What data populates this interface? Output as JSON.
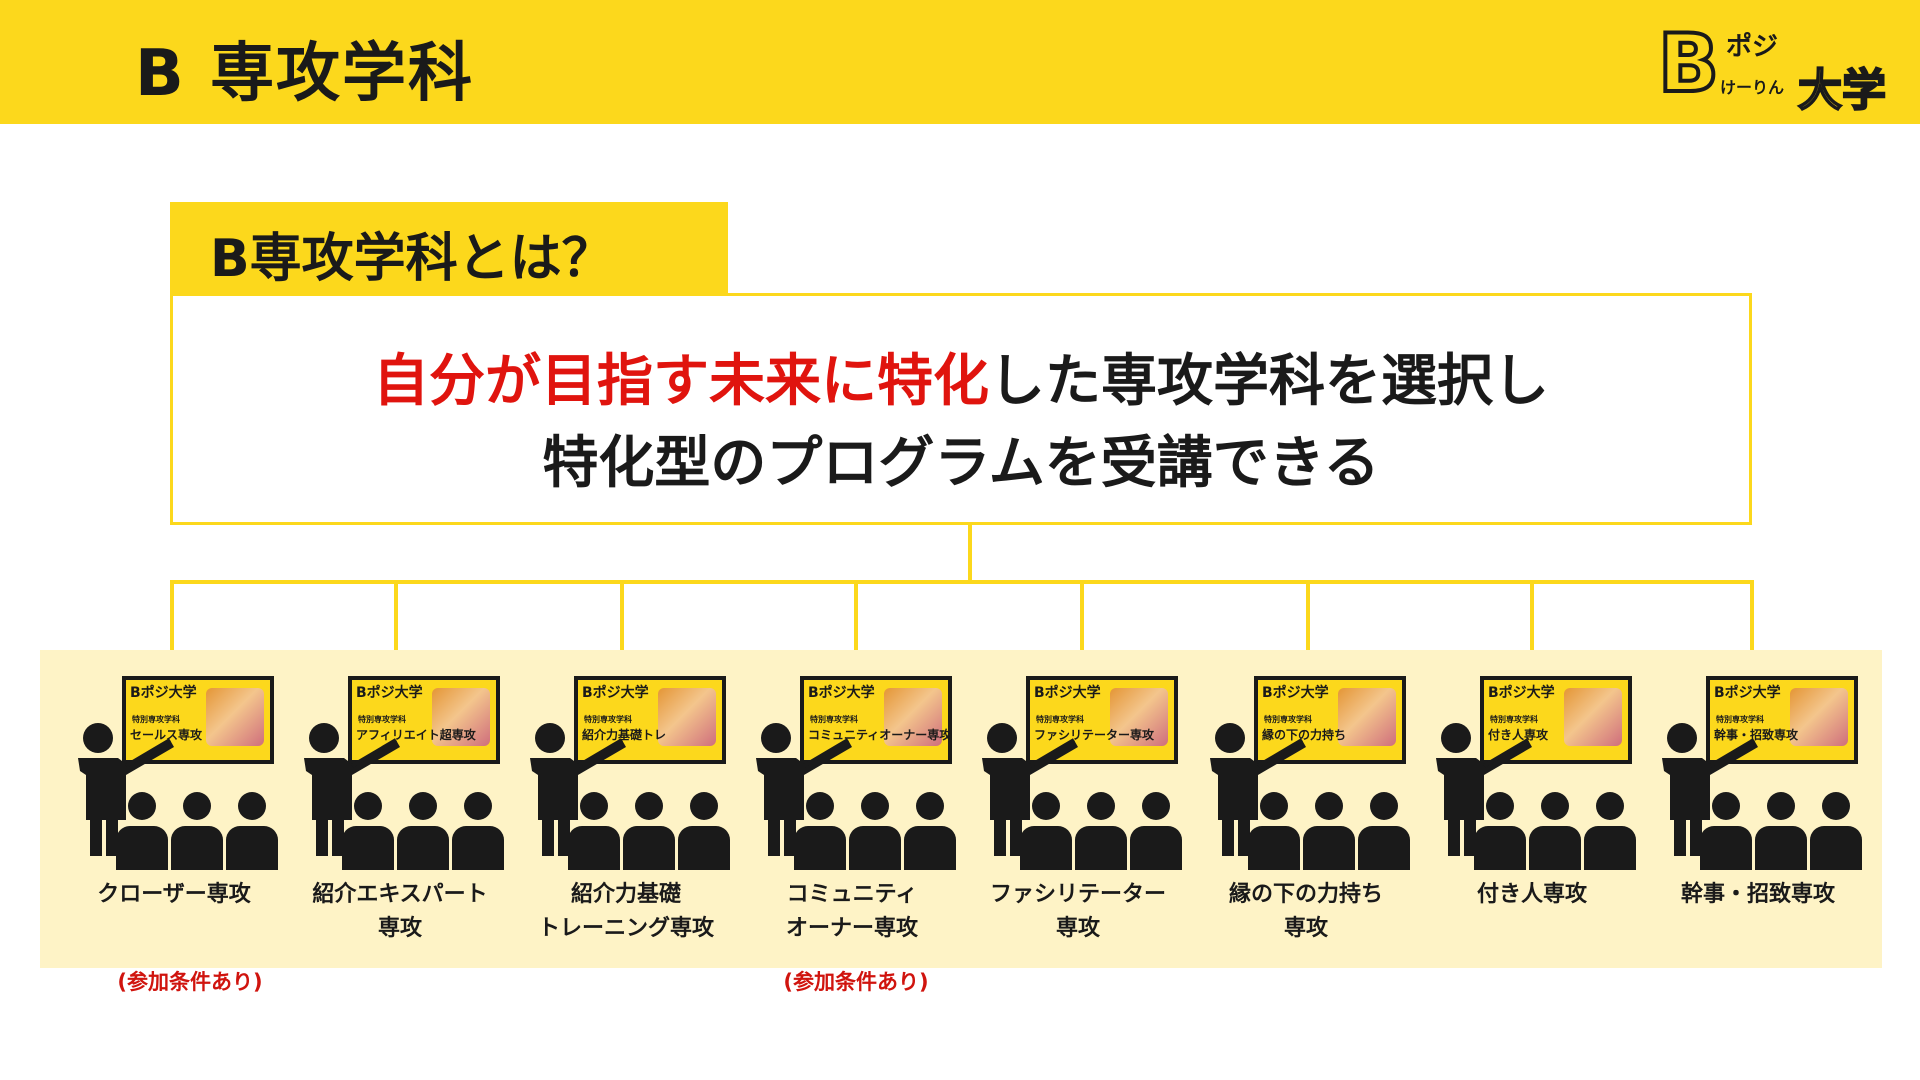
{
  "header": {
    "title": "B 専攻学科"
  },
  "logo": {
    "letter": "B",
    "small": "ポジ",
    "sub": "けーりん",
    "big": "大学"
  },
  "question": {
    "label": "B専攻学科とは？"
  },
  "main": {
    "line1_red": "自分が目指す未来に特化",
    "line1_rest": "した専攻学科を選択し",
    "line2": "特化型のプログラムを受講できる"
  },
  "screen_common": {
    "logo": "Bポジ大学",
    "sub": "特別専攻学科"
  },
  "courses": [
    {
      "label": "クローザー専攻",
      "screen_title": "セールス専攻"
    },
    {
      "label": "紹介エキスパート\n専攻",
      "screen_title": "アフィリエイト超専攻"
    },
    {
      "label": "紹介力基礎\nトレーニング専攻",
      "screen_title": "紹介力基礎トレ"
    },
    {
      "label": "コミュニティ\nオーナー専攻",
      "screen_title": "コミュニティオーナー専攻"
    },
    {
      "label": "ファシリテーター\n専攻",
      "screen_title": "ファシリテーター専攻"
    },
    {
      "label": "縁の下の力持ち\n専攻",
      "screen_title": "縁の下の力持ち"
    },
    {
      "label": "付き人専攻",
      "screen_title": "付き人専攻"
    },
    {
      "label": "幹事・招致専攻",
      "screen_title": "幹事・招致専攻"
    }
  ],
  "conditions": [
    {
      "text": "(参加条件あり)"
    },
    {
      "text": "(参加条件あり)"
    }
  ],
  "colors": {
    "accent": "#FCD81C",
    "red": "#E0140E",
    "band": "#FEF3C6",
    "dark": "#1a1a1a"
  }
}
